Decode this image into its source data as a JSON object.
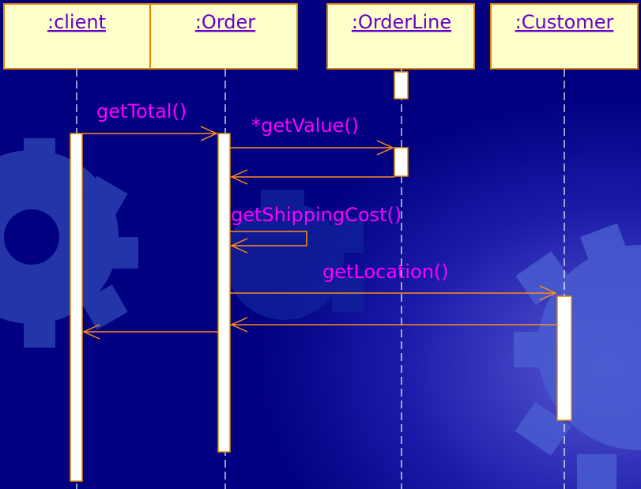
{
  "colors": {
    "background": "#000080",
    "header_fill": "#ffffcc",
    "header_stroke": "#e08a00",
    "header_text": "#6600cc",
    "message_text": "#ff00ff",
    "arrow": "#ff8c1a",
    "activation_fill": "#ffffff",
    "lifeline": "#ffffff"
  },
  "lifelines": [
    {
      "id": "client",
      "label": ":client"
    },
    {
      "id": "order",
      "label": ":Order"
    },
    {
      "id": "orderline",
      "label": ":OrderLine"
    },
    {
      "id": "customer",
      "label": ":Customer"
    }
  ],
  "messages": [
    {
      "id": "get-total",
      "label": "getTotal()",
      "from": "client",
      "to": "order",
      "kind": "call"
    },
    {
      "id": "get-value",
      "label": "*getValue()",
      "from": "order",
      "to": "orderline",
      "kind": "call"
    },
    {
      "id": "get-value-return",
      "label": "",
      "from": "orderline",
      "to": "order",
      "kind": "return"
    },
    {
      "id": "get-shipping-cost",
      "label": "getShippingCost()",
      "from": "order",
      "to": "order",
      "kind": "self"
    },
    {
      "id": "get-location",
      "label": "getLocation()",
      "from": "order",
      "to": "customer",
      "kind": "call"
    },
    {
      "id": "get-location-return",
      "label": "",
      "from": "customer",
      "to": "order",
      "kind": "return"
    },
    {
      "id": "get-total-return",
      "label": "",
      "from": "order",
      "to": "client",
      "kind": "return"
    }
  ],
  "background_decoration": "gear-shapes"
}
